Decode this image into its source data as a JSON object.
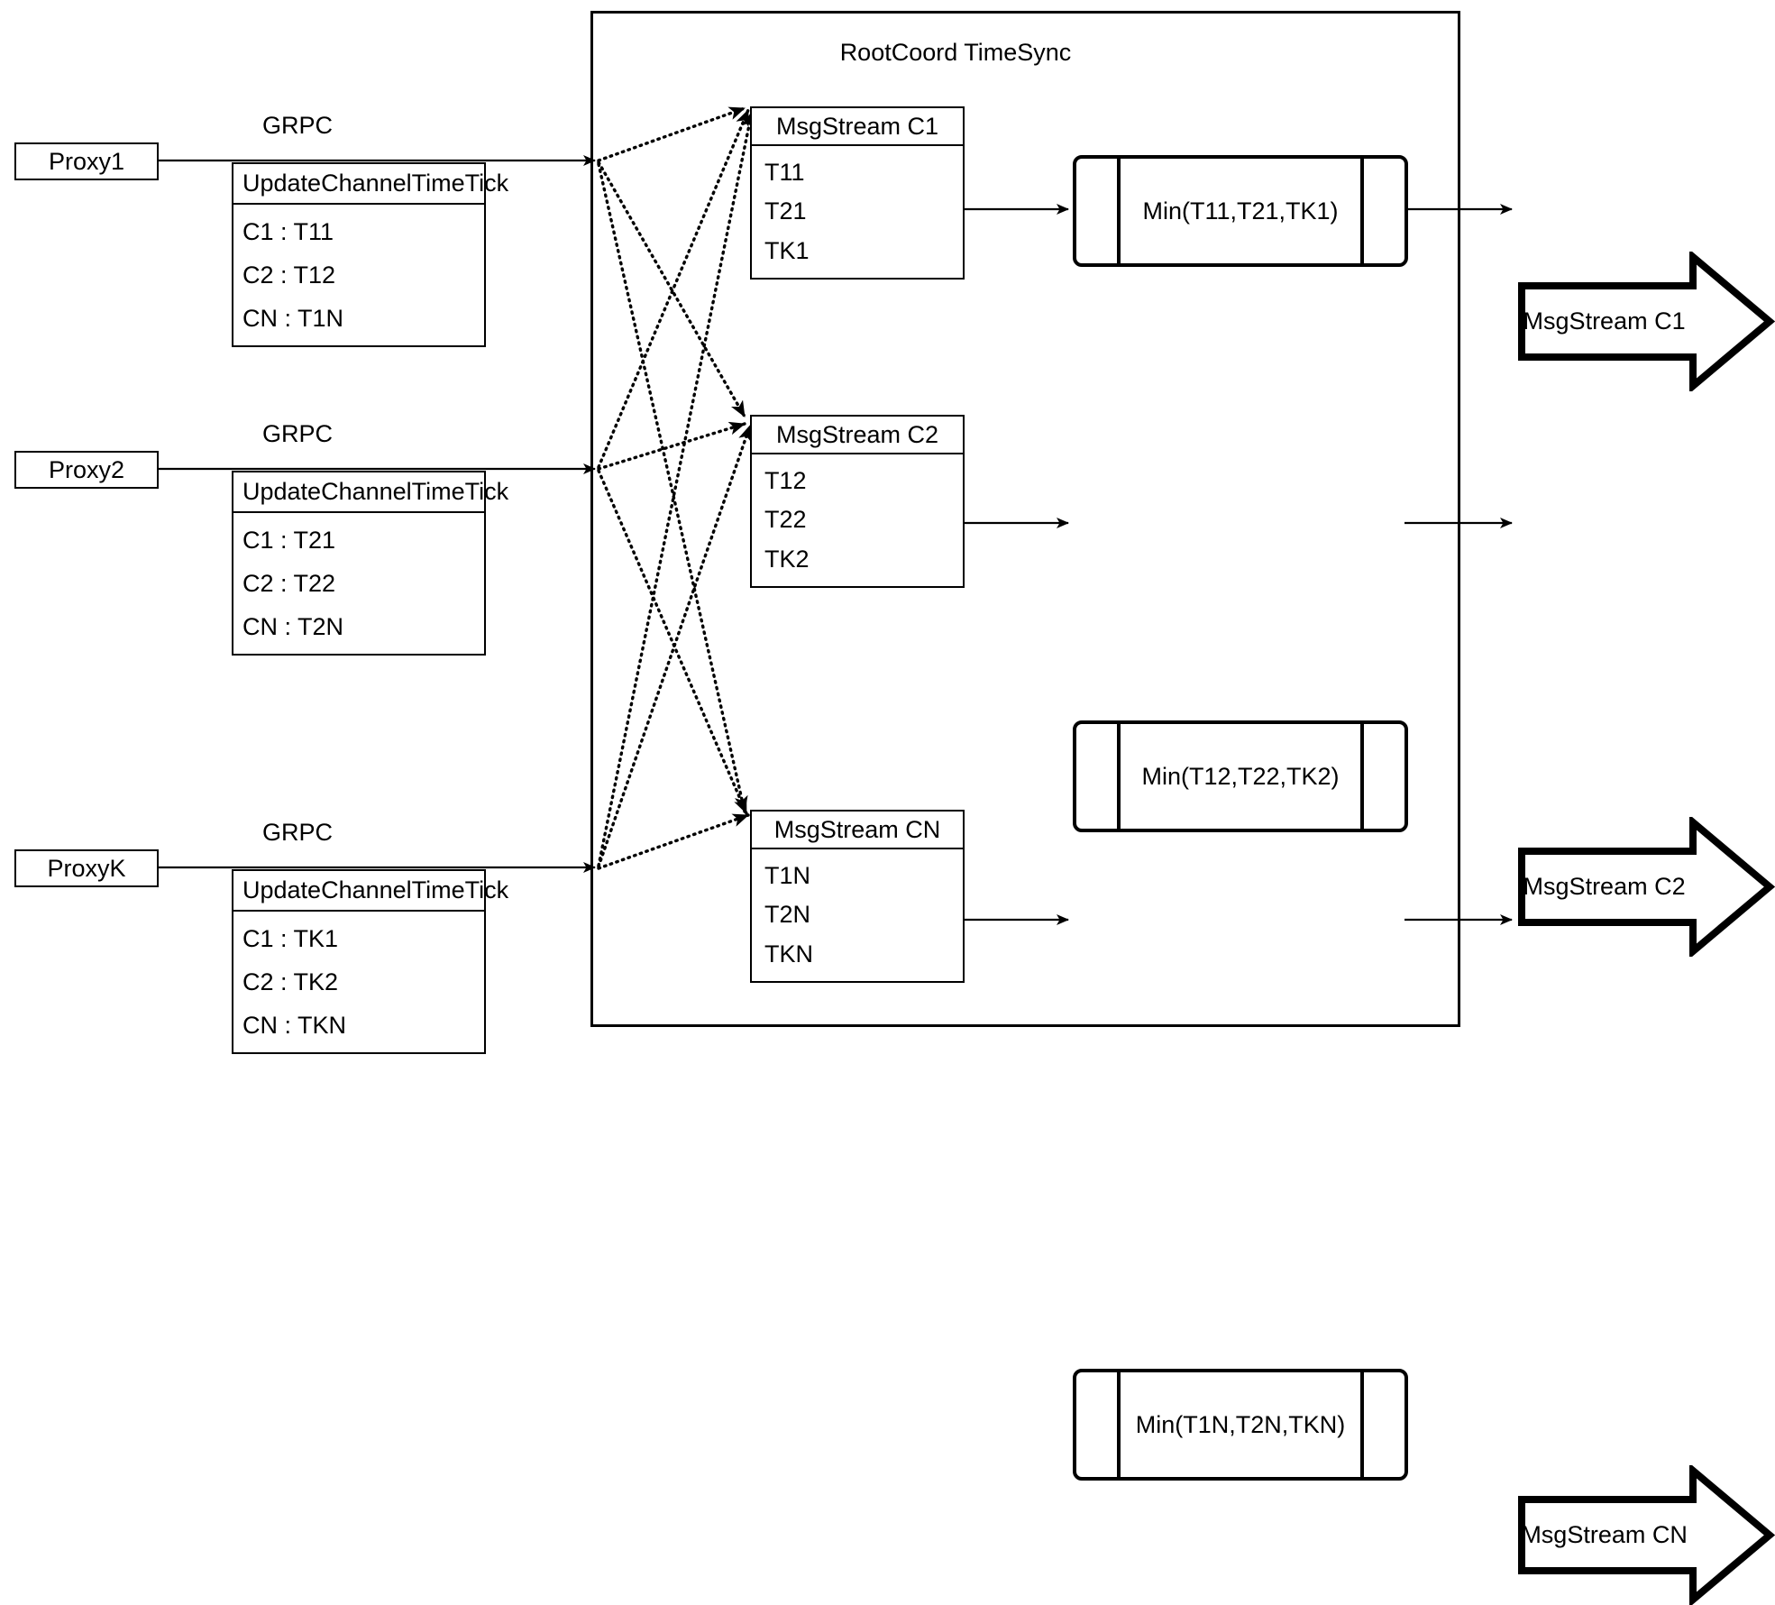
{
  "diagram": {
    "title": "RootCoord TimeSync",
    "proxies": [
      {
        "name": "Proxy1",
        "link_label": "GRPC",
        "table_title": "UpdateChannelTimeTick",
        "rows": [
          "C1 :  T11",
          "C2 :  T12",
          "CN : T1N"
        ]
      },
      {
        "name": "Proxy2",
        "link_label": "GRPC",
        "table_title": "UpdateChannelTimeTick",
        "rows": [
          "C1 :  T21",
          "C2 :  T22",
          "CN : T2N"
        ]
      },
      {
        "name": "ProxyK",
        "link_label": "GRPC",
        "table_title": "UpdateChannelTimeTick",
        "rows": [
          "C1 :  TK1",
          "C2 :  TK2",
          "CN : TKN"
        ]
      }
    ],
    "channels": [
      {
        "msgstream_title": "MsgStream C1",
        "msgstream_rows": [
          "T11",
          "T21",
          "TK1"
        ],
        "process_label": "Min(T11,T21,TK1)",
        "output_label": "MsgStream C1"
      },
      {
        "msgstream_title": "MsgStream C2",
        "msgstream_rows": [
          "T12",
          "T22",
          "TK2"
        ],
        "process_label": "Min(T12,T22,TK2)",
        "output_label": "MsgStream C2"
      },
      {
        "msgstream_title": "MsgStream CN",
        "msgstream_rows": [
          "T1N",
          "T2N",
          "TKN"
        ],
        "process_label": "Min(T1N,T2N,TKN)",
        "output_label": "MsgStream CN"
      }
    ],
    "colors": {
      "stroke": "#000000",
      "background": "#ffffff"
    }
  }
}
